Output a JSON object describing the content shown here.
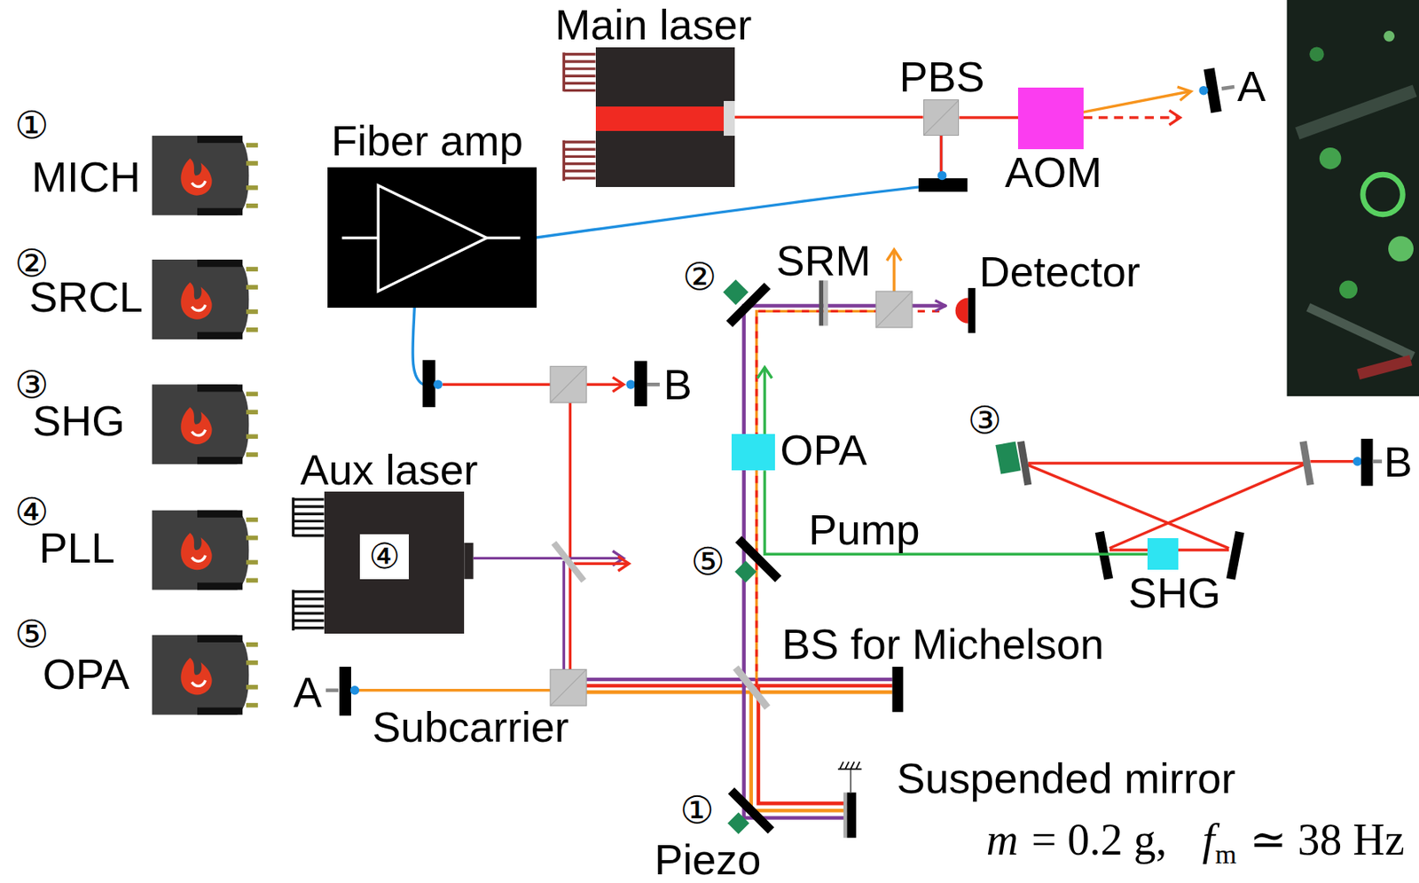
{
  "diagram": {
    "nodes": [
      {
        "text": [
          "Main laser"
        ]
      },
      {
        "text": [
          "PBS"
        ]
      },
      {
        "text": [
          "AOM"
        ]
      },
      {
        "text": [
          "Fiber amp"
        ]
      },
      {
        "text": [
          "Aux laser",
          "④"
        ]
      },
      {
        "text": [
          "OPA"
        ]
      },
      {
        "text": [
          "SHG"
        ]
      },
      {
        "text": [
          "Detector"
        ]
      }
    ],
    "edges": [
      {
        "from": 0,
        "to": 1,
        "arrow": "none"
      },
      {
        "from": 1,
        "to": 2,
        "arrow": "none"
      },
      {
        "from": 1,
        "to": 3,
        "arrow": "none"
      },
      {
        "from": 6,
        "to": 5,
        "label": "Pump",
        "arrow": "none"
      },
      {
        "from": 5,
        "to": 7,
        "arrow": "to"
      }
    ],
    "labels": [
      "①",
      "MICH",
      "②",
      "SRCL",
      "③",
      "SHG",
      "④",
      "PLL",
      "⑤",
      "OPA",
      "A",
      "SRM",
      "②",
      "B",
      "③",
      "B",
      "⑤",
      "BS for Michelson",
      "A",
      "Subcarrier",
      "Suspended mirror",
      "①",
      "Piezo",
      "m",
      "= 0.2 g,",
      "f",
      "m",
      "≃ 38 Hz"
    ]
  }
}
